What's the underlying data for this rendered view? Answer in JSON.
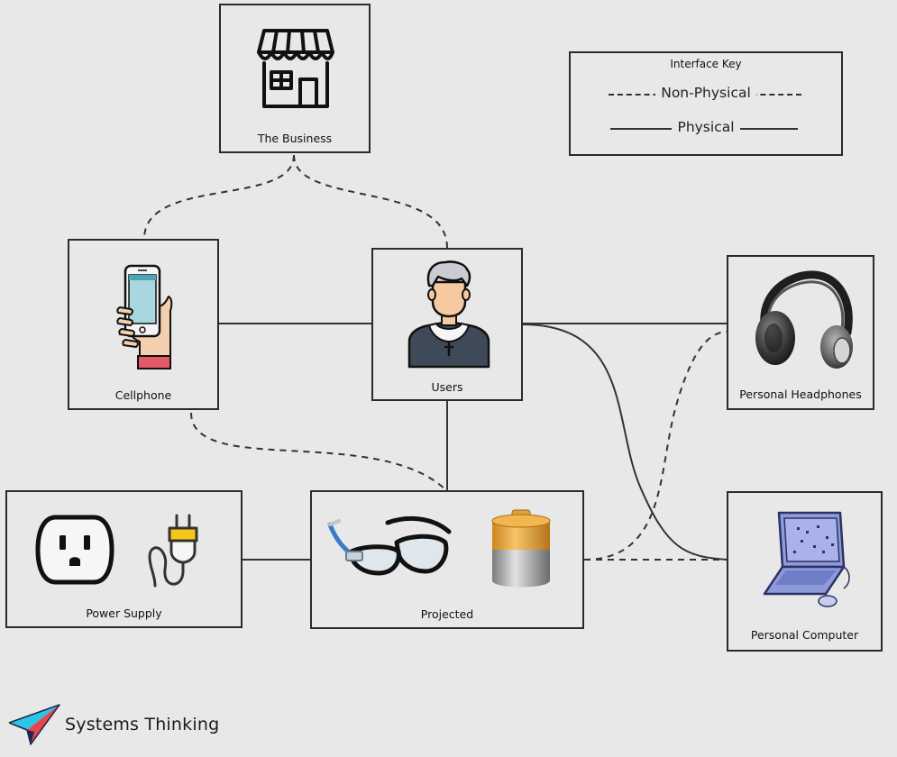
{
  "nodes": {
    "business": {
      "label": "The Business"
    },
    "cellphone": {
      "label": "Cellphone"
    },
    "users": {
      "label": "Users"
    },
    "headphones": {
      "label": "Personal Headphones"
    },
    "power": {
      "label": "Power Supply"
    },
    "projected": {
      "label": "Projected"
    },
    "computer": {
      "label": "Personal Computer"
    }
  },
  "key": {
    "title": "Interface Key",
    "non_physical": "Non-Physical",
    "physical": "Physical"
  },
  "brand": {
    "name": "Systems Thinking",
    "colors": {
      "yellow": "#f5c518",
      "cyan": "#2ec4e6",
      "red": "#e8454f",
      "navy": "#1b2a4a"
    }
  },
  "connections": [
    {
      "from": "The Business",
      "to": "Cellphone",
      "type": "non-physical"
    },
    {
      "from": "The Business",
      "to": "Users",
      "type": "non-physical"
    },
    {
      "from": "Cellphone",
      "to": "Users",
      "type": "physical"
    },
    {
      "from": "Cellphone",
      "to": "Projected",
      "type": "non-physical"
    },
    {
      "from": "Users",
      "to": "Projected",
      "type": "physical"
    },
    {
      "from": "Users",
      "to": "Personal Headphones",
      "type": "physical"
    },
    {
      "from": "Users",
      "to": "Personal Computer",
      "type": "physical"
    },
    {
      "from": "Power Supply",
      "to": "Projected",
      "type": "physical"
    },
    {
      "from": "Projected",
      "to": "Personal Computer",
      "type": "non-physical"
    },
    {
      "from": "Projected",
      "to": "Personal Headphones",
      "type": "non-physical"
    }
  ]
}
